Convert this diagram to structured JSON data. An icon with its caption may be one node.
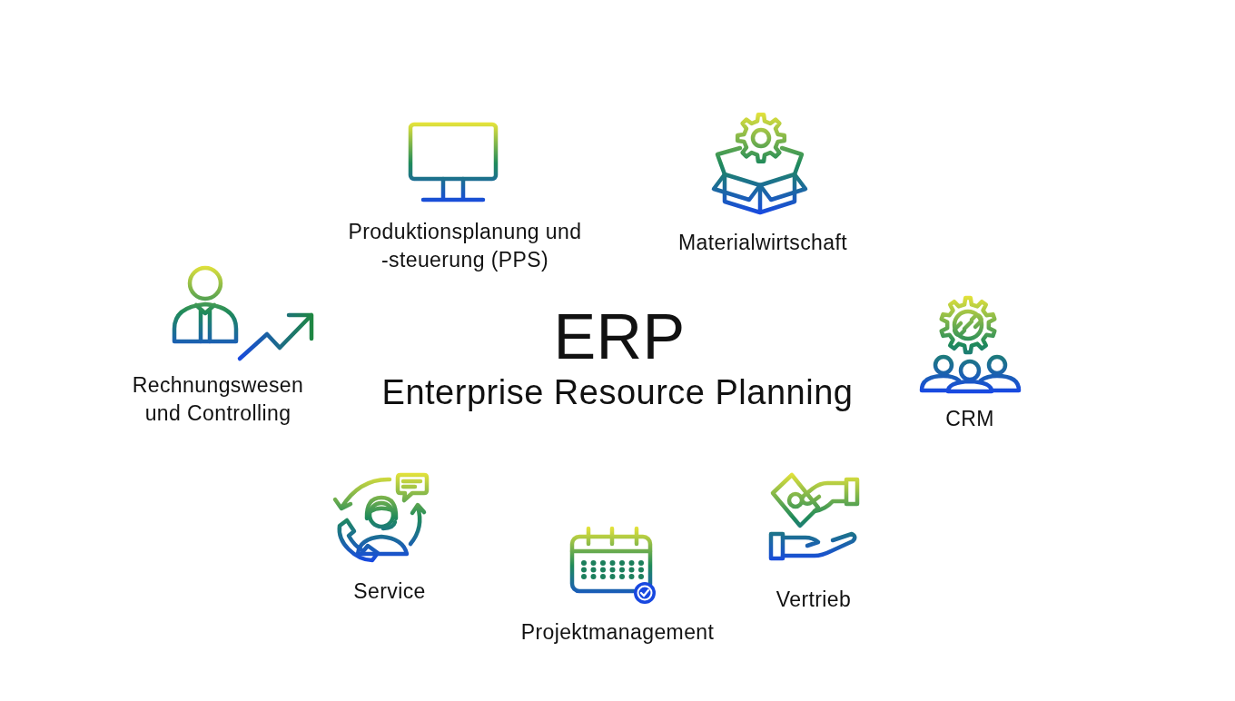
{
  "diagram": {
    "labels": [
      "Produktionsplanung und -steuerung (PPS)",
      "Materialwirtschaft",
      "Rechnungswesen und Controlling",
      "ERP",
      "Enterprise Resource Planning",
      "CRM",
      "Service",
      "Projektmanagement",
      "Vertrieb"
    ]
  }
}
